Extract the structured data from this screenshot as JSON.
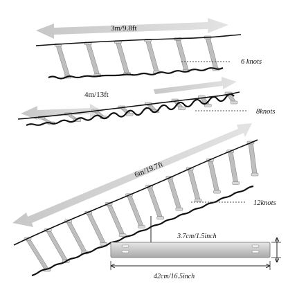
{
  "ladders": [
    {
      "length_label": "3m/9.8ft",
      "knots_label": "6 knots",
      "rungs": 6
    },
    {
      "length_label": "4m/13ft",
      "knots_label": "8knots",
      "rungs": 8
    },
    {
      "length_label": "6m/19.7ft",
      "knots_label": "12knots",
      "rungs": 12
    }
  ],
  "rung_detail": {
    "width_label": "3.7cm/1.5inch",
    "length_label": "42cm/16.5inch"
  },
  "colors": {
    "strap": "#111111",
    "rung": "#bfbfbf",
    "rung_edge": "#8a8a8a",
    "arrow": "#c9c9c9",
    "dim_line": "#222222"
  }
}
